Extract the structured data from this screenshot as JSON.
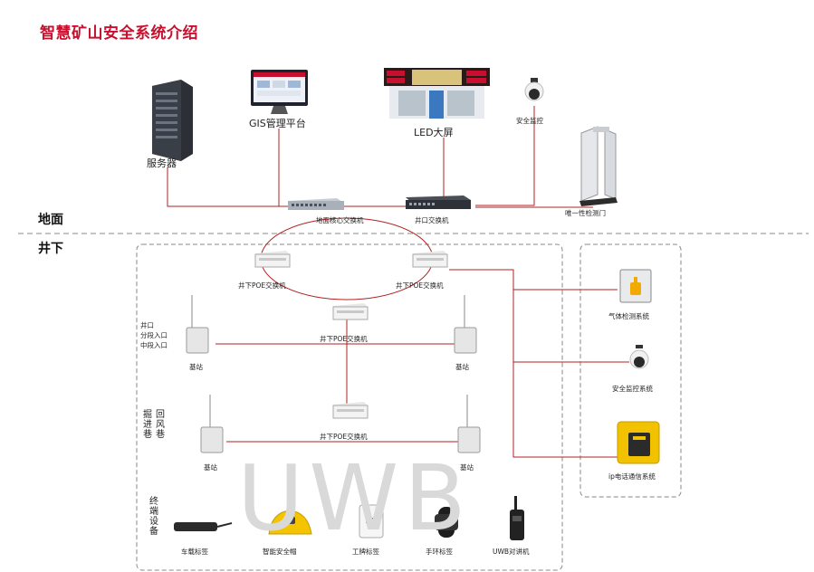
{
  "title": "智慧矿山安全系统介绍",
  "zones": {
    "ground": "地面",
    "underground": "井下"
  },
  "ground": {
    "server": "服务器",
    "gis": "GIS管理平台",
    "led": "LED大屏",
    "cctv": "安全监控",
    "gate": "唯一性检测门",
    "core_switch": "地面核心交换机",
    "well_switch": "井口交换机"
  },
  "underground": {
    "poe_left": "井下POE交换机",
    "poe_right": "井下POE交换机",
    "poe_mid": "井下POE交换机",
    "poe_lower": "井下POE交换机",
    "entry_labels": [
      "井口",
      "分段入口",
      "中段入口"
    ],
    "base_station": "基站",
    "tunnel_labels": [
      "回风巷",
      "掘进巷"
    ],
    "terminal_label": "终端设备",
    "watermark": "UWB"
  },
  "side_systems": {
    "gas": "气体检测系统",
    "cctv": "安全监控系统",
    "phone": "ip电话通信系统"
  },
  "terminals": [
    "车载标签",
    "智能安全帽",
    "工牌标签",
    "手环标签",
    "UWB对讲机"
  ],
  "colors": {
    "accent": "#c8102e",
    "line": "#b22222",
    "dash": "#8a8a8a"
  }
}
